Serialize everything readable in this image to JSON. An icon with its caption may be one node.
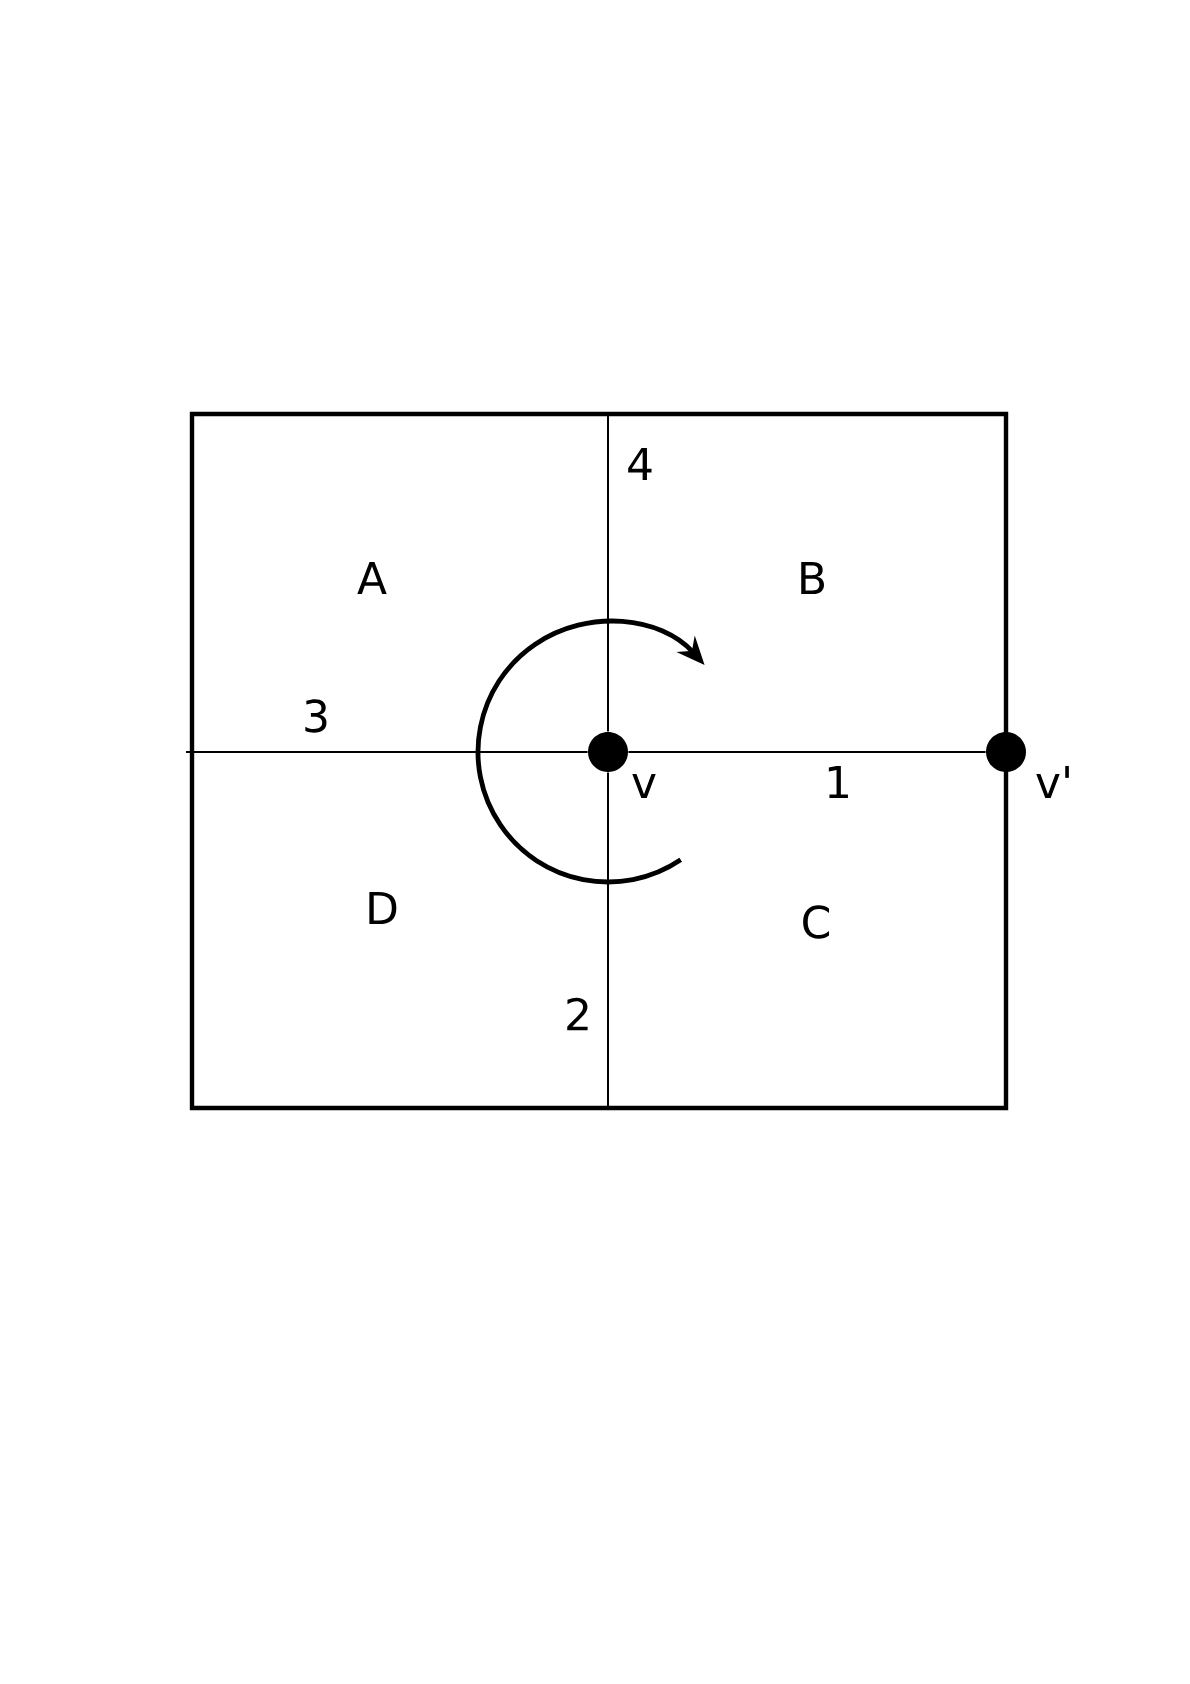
{
  "diagram": {
    "nodes": [
      {
        "text": [],
        "shape": "circle",
        "beside": [
          "v"
        ]
      },
      {
        "text": [],
        "shape": "circle",
        "beside": [
          "v'"
        ]
      }
    ],
    "edges": [
      {
        "from": 0,
        "to": 1,
        "arrow": "none",
        "label": "1"
      },
      {
        "from": 0,
        "to": null,
        "arrow": "none",
        "label": "2"
      },
      {
        "from": 0,
        "to": null,
        "arrow": "none",
        "label": "3"
      },
      {
        "from": 0,
        "to": null,
        "arrow": "none",
        "label": "4"
      }
    ],
    "labels": [
      "A",
      "B",
      "D",
      "C"
    ]
  }
}
